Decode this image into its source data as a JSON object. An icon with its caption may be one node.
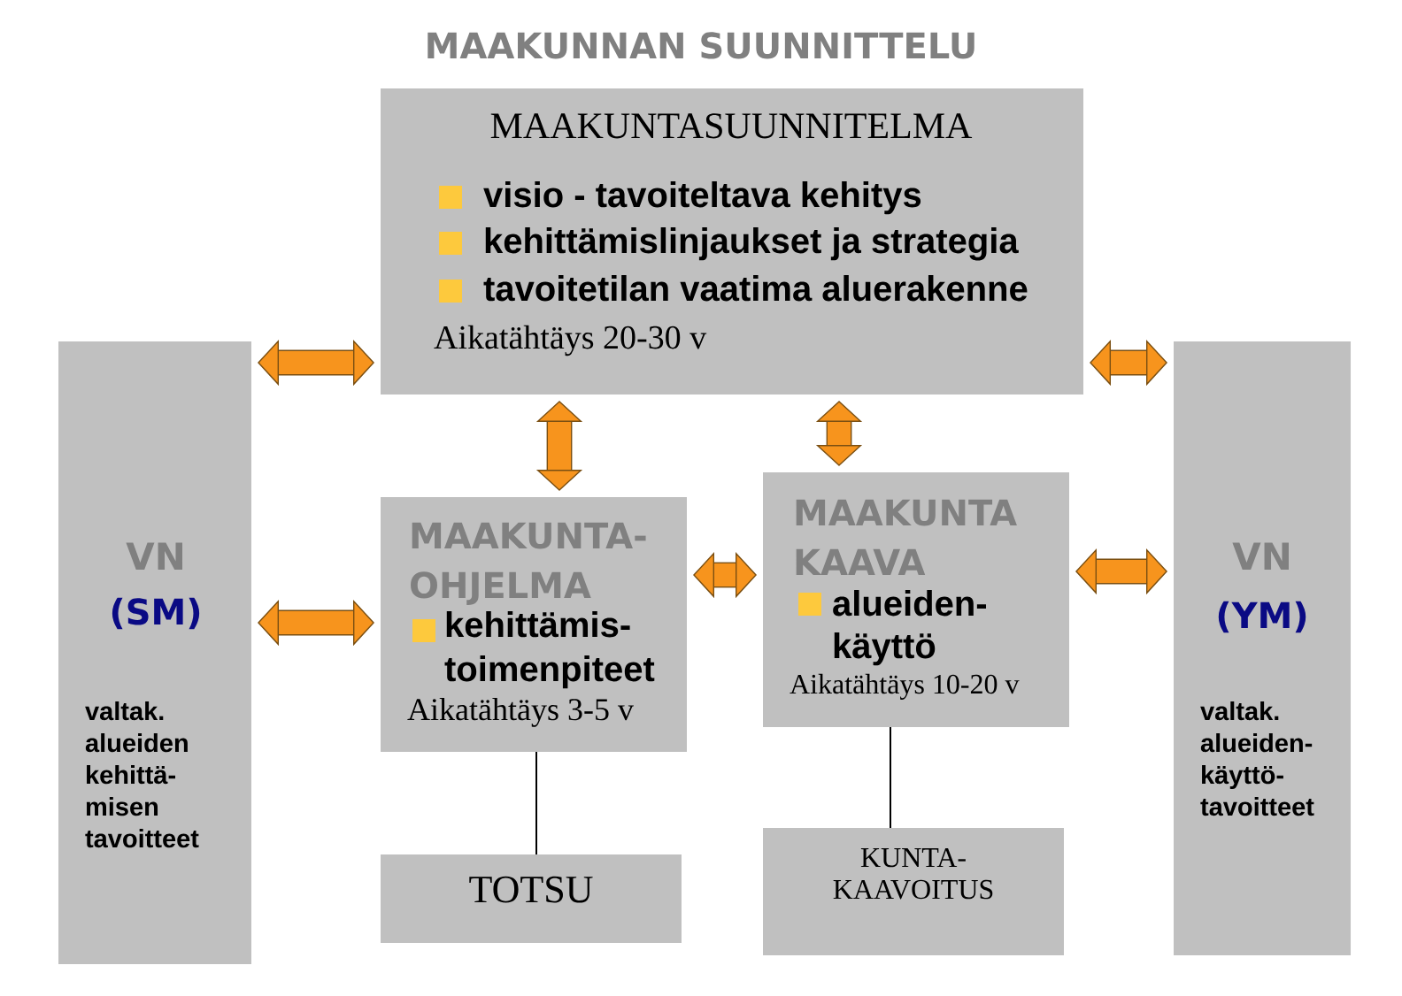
{
  "diagram": {
    "title": "MAAKUNNAN SUUNNITTELU",
    "nodes": [
      {
        "text": [
          "MAAKUNTASUUNNITELMA",
          "visio - tavoiteltava kehitys",
          "kehittämislinjaukset ja strategia",
          "tavoitetilan vaatima aluerakenne",
          "Aikatähtäys 20-30 v"
        ]
      },
      {
        "text": [
          "VN",
          "(SM)",
          "valtak. alueiden kehittä- misen tavoitteet"
        ]
      },
      {
        "text": [
          "MAAKUNTA- OHJELMA",
          "kehittämis- toimenpiteet",
          "Aikatähtäys 3-5 v"
        ]
      },
      {
        "text": [
          "MAAKUNTA KAAVA",
          "alueiden- käyttö",
          "Aikatähtäys 10-20 v"
        ]
      },
      {
        "text": [
          "VN",
          "(YM)",
          "valtak. alueiden- käyttö- tavoitteet"
        ]
      },
      {
        "text": [
          "TOTSU"
        ]
      },
      {
        "text": [
          "KUNTA- KAAVOITUS"
        ]
      }
    ],
    "edges": [
      {
        "from": 1,
        "to": 0,
        "arrow": "both"
      },
      {
        "from": 0,
        "to": 4,
        "arrow": "both"
      },
      {
        "from": 0,
        "to": 2,
        "arrow": "both"
      },
      {
        "from": 0,
        "to": 3,
        "arrow": "both"
      },
      {
        "from": 1,
        "to": 2,
        "arrow": "both"
      },
      {
        "from": 2,
        "to": 3,
        "arrow": "both"
      },
      {
        "from": 3,
        "to": 4,
        "arrow": "both"
      },
      {
        "from": 2,
        "to": 5,
        "arrow": "none",
        "color": "#000000"
      },
      {
        "from": 3,
        "to": 6,
        "arrow": "none",
        "color": "#000000"
      }
    ]
  }
}
